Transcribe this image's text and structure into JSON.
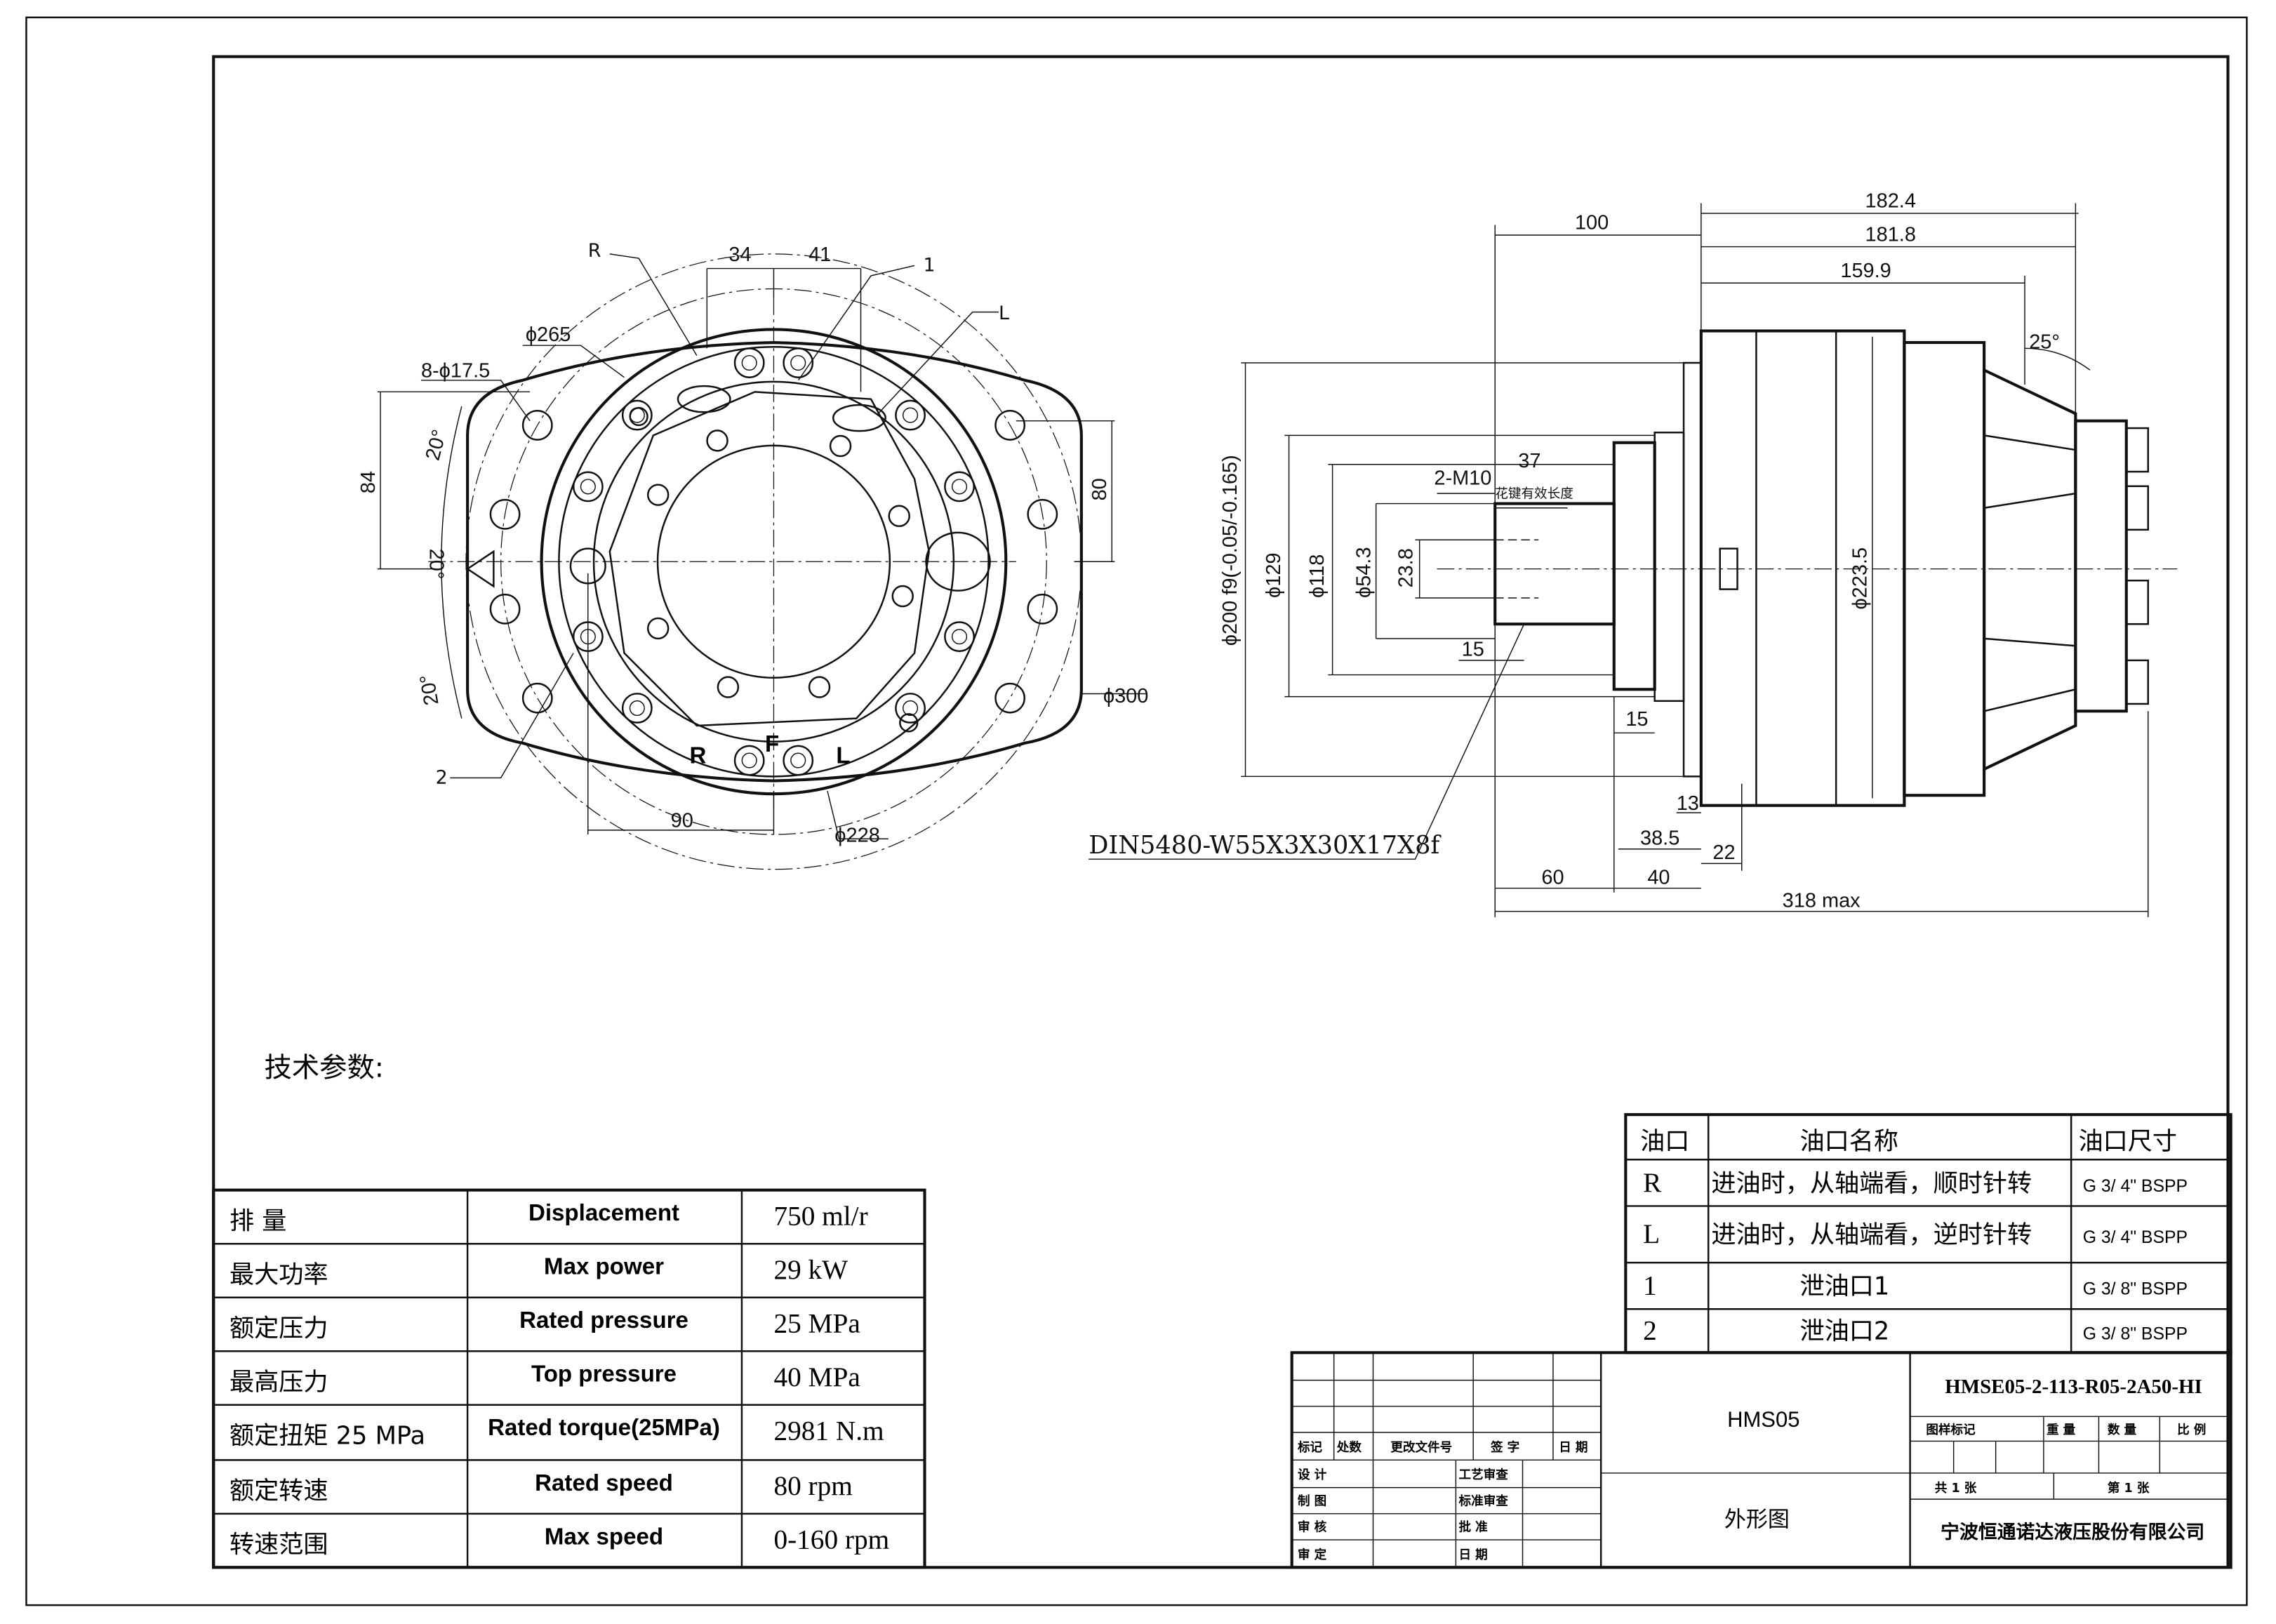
{
  "drawing": {
    "heading": "技术参数:",
    "spline_spec": "DIN5480-W55X3X30X17X8f",
    "front_view": {
      "port_R": "R",
      "port_1": "1",
      "port_L": "L",
      "port_2": "2",
      "dim_34": "34",
      "dim_41": "41",
      "dim_265": "ϕ265",
      "holes": "8-ϕ17.5",
      "dim_84": "84",
      "dim_80": "80",
      "angle_top": "20°",
      "angle_mid": "20°",
      "angle_bot": "20°",
      "dim_300": "ϕ300",
      "dim_90": "90",
      "dim_228": "ϕ228",
      "mark_R": "R",
      "mark_F": "F",
      "mark_L": "L"
    },
    "side_view": {
      "dim_182_4": "182.4",
      "dim_181_8": "181.8",
      "dim_159_9": "159.9",
      "dim_100": "100",
      "angle_25": "25°",
      "dim_37": "37",
      "thread": "2-M10",
      "spline_length": "花键有效长度",
      "dim_200": "ϕ200 f9(-0.05/-0.165)",
      "dim_129": "ϕ129",
      "dim_118": "ϕ118",
      "dim_54_3": "ϕ54.3",
      "dim_23_8": "23.8",
      "dim_223_5": "ϕ223.5",
      "dim_15a": "15",
      "dim_15b": "15",
      "dim_13": "13",
      "dim_38_5": "38.5",
      "dim_22": "22",
      "dim_60": "60",
      "dim_40": "40",
      "dim_318": "318 max"
    }
  },
  "specs": [
    {
      "cn": "排  量",
      "en": "Displacement",
      "value": "750 ml/r"
    },
    {
      "cn": "最大功率",
      "en": "Max power",
      "value": "29 kW"
    },
    {
      "cn": "额定压力",
      "en": "Rated pressure",
      "value": "25 MPa"
    },
    {
      "cn": "最高压力",
      "en": "Top pressure",
      "value": "40 MPa"
    },
    {
      "cn": "额定扭矩  25 MPa",
      "en": "Rated torque(25MPa)",
      "value": "2981 N.m"
    },
    {
      "cn": "额定转速",
      "en": "Rated speed",
      "value": "80 rpm"
    },
    {
      "cn": "转速范围",
      "en": "Max speed",
      "value": "0-160 rpm"
    }
  ],
  "ports": {
    "headers": [
      "油口",
      "油口名称",
      "油口尺寸"
    ],
    "rows": [
      {
        "port": "R",
        "name": "进油时，从轴端看，顺时针转",
        "size": "G 3/ 4\"  BSPP"
      },
      {
        "port": "L",
        "name": "进油时，从轴端看，逆时针转",
        "size": "G 3/ 4\"  BSPP"
      },
      {
        "port": "1",
        "name": "泄油口1",
        "size": "G 3/ 8\"  BSPP"
      },
      {
        "port": "2",
        "name": "泄油口2",
        "size": "G 3/ 8\"  BSPP"
      }
    ]
  },
  "title_block": {
    "rev_headers": [
      "标记",
      "处数",
      "更改文件号",
      "签  字",
      "日 期"
    ],
    "roles": [
      "设  计",
      "制  图",
      "审  核",
      "审  定"
    ],
    "reviews": [
      "工艺审查",
      "标准审查",
      "批  准",
      "日  期"
    ],
    "model": "HMS05",
    "drawing_name": "外形图",
    "part_number": "HMSE05-2-113-R05-2A50-HI",
    "meta_headers": [
      "图样标记",
      "重 量",
      "数 量",
      "比 例"
    ],
    "sheets_total": "共  1  张",
    "sheet_no": "第  1  张",
    "company": "宁波恒通诺达液压股份有限公司"
  }
}
